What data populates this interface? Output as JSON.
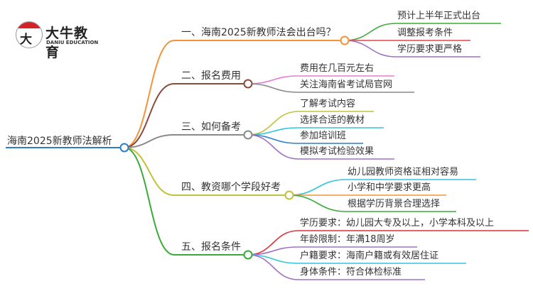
{
  "logo": {
    "name": "大牛教育",
    "english": "DANIU EDUCATION",
    "mark": "大牛"
  },
  "root": {
    "label": "海南2025新教师法解析",
    "color": "#2f7fc8"
  },
  "branches": [
    {
      "label": "一、海南2025新教师法会出台吗？",
      "color": "#f7923a",
      "leaves": [
        {
          "label": "预计上半年正式出台",
          "color": "#3aab3a"
        },
        {
          "label": "调整报考条件",
          "color": "#e0464f"
        },
        {
          "label": "学历要求更严格",
          "color": "#a070c8"
        }
      ]
    },
    {
      "label": "二、报名费用",
      "color": "#8b4a3c",
      "leaves": [
        {
          "label": "费用在几百元左右",
          "color": "#e87cd0"
        },
        {
          "label": "关注海南省考试局官网",
          "color": "#888888"
        }
      ]
    },
    {
      "label": "三、如何备考",
      "color": "#8a8a8a",
      "leaves": [
        {
          "label": "了解考试内容",
          "color": "#c3c13a"
        },
        {
          "label": "选择合适的教材",
          "color": "#33c6d8"
        },
        {
          "label": "参加培训班",
          "color": "#2f7fc8"
        },
        {
          "label": "模拟考试检验效果",
          "color": "#a070c8"
        }
      ]
    },
    {
      "label": "四、教资哪个学段好考",
      "color": "#c3c13a",
      "leaves": [
        {
          "label": "幼儿园教师资格证相对容易",
          "color": "#33c6d8"
        },
        {
          "label": "小学和中学要求更高",
          "color": "#f7923a"
        },
        {
          "label": "根据学历背景合理选择",
          "color": "#3aab3a"
        }
      ]
    },
    {
      "label": "五、报名条件",
      "color": "#3aab3a",
      "leaves": [
        {
          "label": "学历要求：幼儿园大专及以上，小学本科及以上",
          "color": "#e0303a"
        },
        {
          "label": "年龄限制：年满18周岁",
          "color": "#a070c8"
        },
        {
          "label": "户籍要求：海南户籍或有效居住证",
          "color": "#33c6d8"
        },
        {
          "label": "身体条件：符合体检标准",
          "color": "#a070c8"
        }
      ]
    }
  ]
}
